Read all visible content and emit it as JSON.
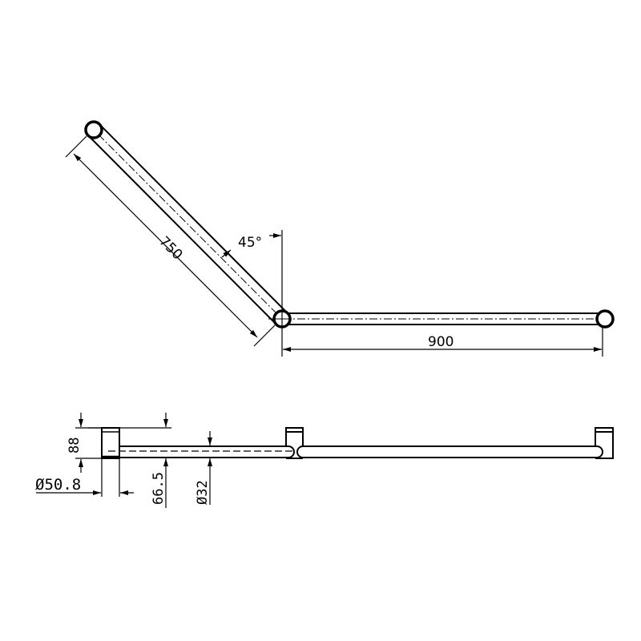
{
  "top_view": {
    "dim_diagonal": "750",
    "dim_angle": "45°",
    "dim_horizontal": "900"
  },
  "side_view": {
    "dim_bracket_height": "88",
    "dim_bracket_diameter": "Ø50.8",
    "dim_projection": "66.5",
    "dim_tube_diameter": "Ø32"
  },
  "colors": {
    "line": "#000000",
    "background": "#ffffff"
  }
}
